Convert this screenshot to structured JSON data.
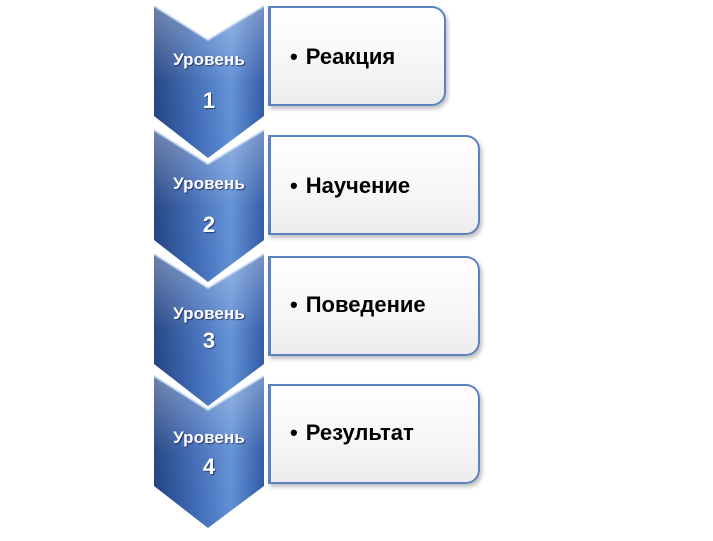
{
  "levels": [
    {
      "label": "Уровень",
      "number": "1",
      "item": "Реакция"
    },
    {
      "label": "Уровень",
      "number": "2",
      "item": "Научение"
    },
    {
      "label": "Уровень",
      "number": "3",
      "item": "Поведение"
    },
    {
      "label": "Уровень",
      "number": "4",
      "item": "Результат"
    }
  ],
  "bullet_symbol": "•",
  "colors": {
    "chevron_dark": "#2a4f94",
    "chevron_light": "#8fb3ea",
    "card_border": "#5b82c0",
    "card_fill": "#f4f4f4",
    "text": "#000000",
    "chevron_text": "#ffffff"
  },
  "icons": {
    "chevron": "down-chevron-arrow",
    "bullet": "bullet-point"
  }
}
